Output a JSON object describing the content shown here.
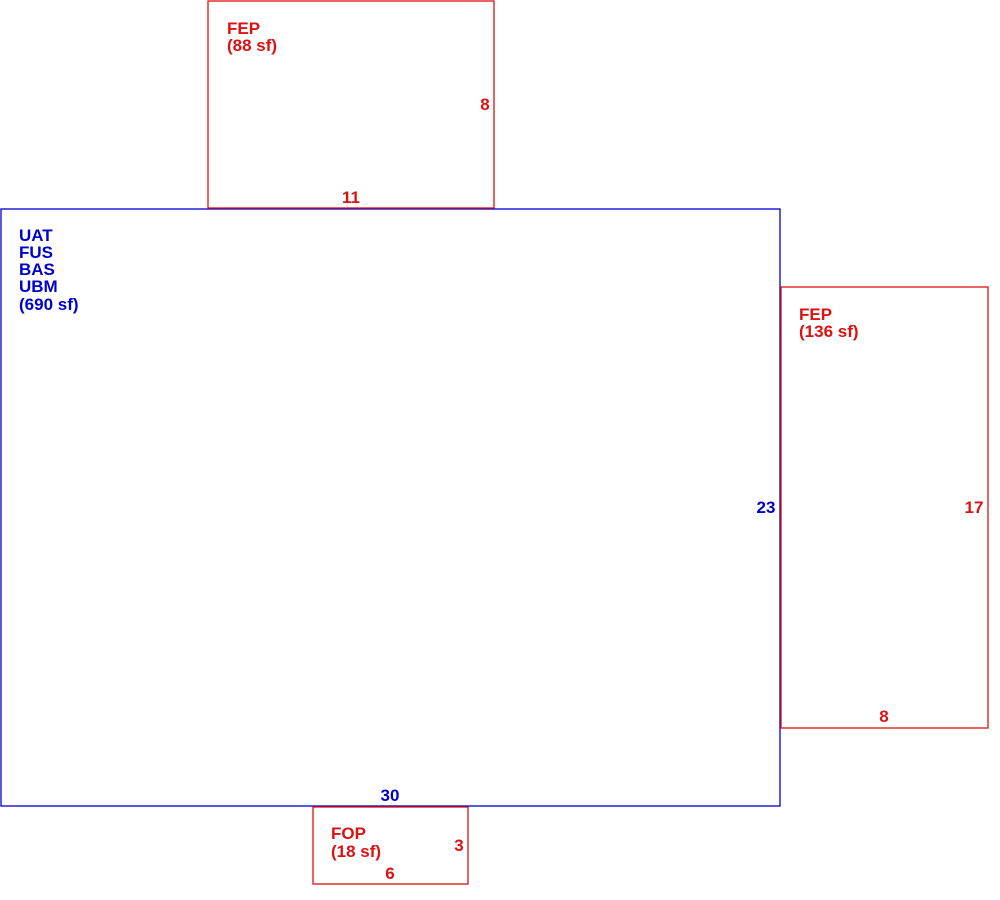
{
  "colors": {
    "main": "#0000cc",
    "addition": "#dd1111",
    "background": "#ffffff"
  },
  "areas": {
    "main": {
      "codes": [
        "UAT",
        "FUS",
        "BAS",
        "UBM"
      ],
      "area": "(690 sf)",
      "width_dim": "30",
      "depth_dim": "23"
    },
    "fep_top": {
      "code": "FEP",
      "area": "(88 sf)",
      "width_dim": "11",
      "depth_dim": "8"
    },
    "fep_right": {
      "code": "FEP",
      "area": "(136 sf)",
      "width_dim": "8",
      "depth_dim": "17"
    },
    "fop_bottom": {
      "code": "FOP",
      "area": "(18 sf)",
      "width_dim": "6",
      "depth_dim": "3"
    }
  }
}
